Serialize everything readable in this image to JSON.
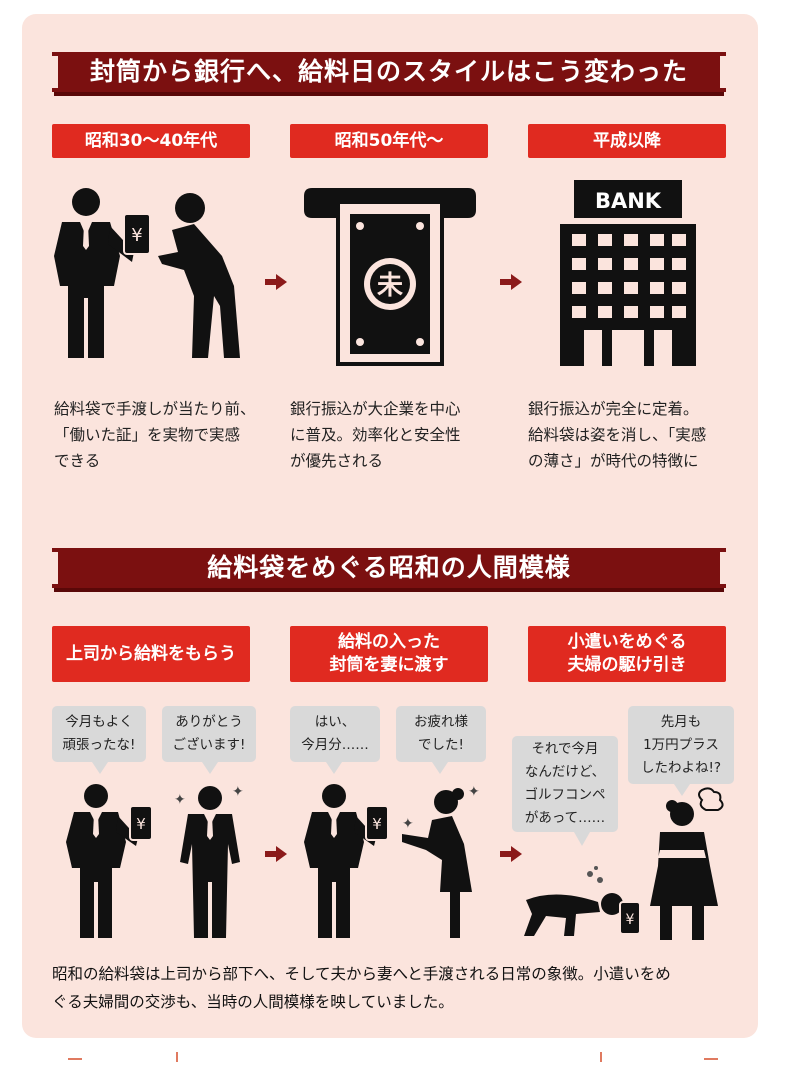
{
  "section1": {
    "title": "封筒から銀行へ、給料日のスタイルはこう変わった",
    "eras": [
      {
        "label": "昭和30〜40年代",
        "desc": "給料袋で手渡しが当たり前、\n「働いた証」を実物で実感\nできる"
      },
      {
        "label": "昭和50年代〜",
        "desc": "銀行振込が大企業を中心\nに普及。効率化と安全性\nが優先される"
      },
      {
        "label": "平成以降",
        "desc": "銀行振込が完全に定着。\n給料袋は姿を消し、「実感\nの薄さ」が時代の特徴に"
      }
    ],
    "yen_symbol": "¥",
    "atm_symbol": "未",
    "bank_sign": "BANK"
  },
  "section2": {
    "title": "給料袋をめぐる昭和の人間模様",
    "scenes": [
      {
        "label": "上司から給料をもらう",
        "bubbles": [
          "今月もよく\n頑張ったな!",
          "ありがとう\nございます!"
        ]
      },
      {
        "label": "給料の入った\n封筒を妻に渡す",
        "bubbles": [
          "はい、\n今月分……",
          "お疲れ様\nでした!"
        ]
      },
      {
        "label": "小遣いをめぐる\n夫婦の駆け引き",
        "bubbles": [
          "それで今月\nなんだけど、\nゴルフコンペ\nがあって……",
          "先月も\n1万円プラス\nしたわよね!?"
        ]
      }
    ],
    "summary": "昭和の給料袋は上司から部下へ、そして夫から妻へと手渡される日常の象徴。小遣いをめ\nぐる夫婦間の交渉も、当時の人間模様を映していました。"
  },
  "colors": {
    "banner": "#7b1010",
    "label": "#e02a20",
    "background": "#fbe4dd",
    "arrow": "#8b1a1a"
  }
}
